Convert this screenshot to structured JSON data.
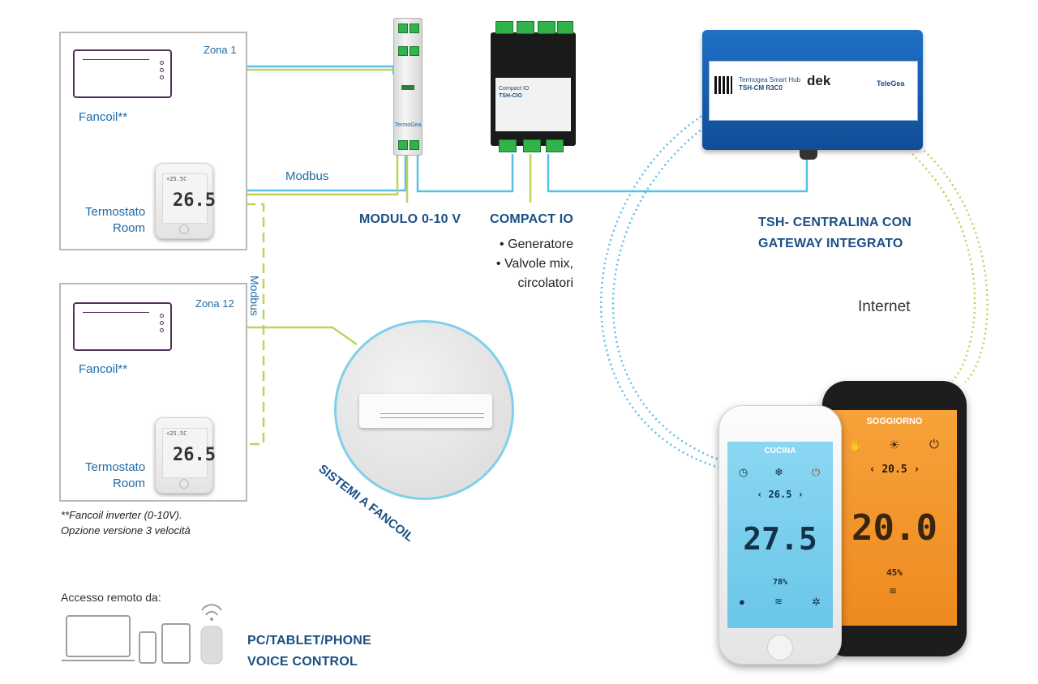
{
  "zones": [
    {
      "label": "Zona 1",
      "fancoil_label": "Fancoil**",
      "thermostat_label_1": "Termostato",
      "thermostat_label_2": "Room",
      "thermo_display": "26.5",
      "thermo_small": "+25.5C"
    },
    {
      "label": "Zona 12",
      "fancoil_label": "Fancoil**",
      "thermostat_label_1": "Termostato",
      "thermostat_label_2": "Room",
      "thermo_display": "26.5",
      "thermo_small": "+25.5C"
    }
  ],
  "wires": {
    "modbus_horizontal": "Modbus",
    "modbus_vertical": "Modbus"
  },
  "colors": {
    "wire_blue": "#5bc0e8",
    "wire_green": "#b7d65a",
    "title_blue": "#1a4f85",
    "hub_blue": "#1c66bd",
    "phone_orange": "#f39a2a",
    "phone_cyan": "#7fd0ec"
  },
  "modules": {
    "modulo_title": "MODULO 0-10 V",
    "modulo_brand": "TermoGea",
    "compact_title": "COMPACT IO",
    "compact_face_title": "Compact IO",
    "compact_face_model": "TSH-CIO",
    "compact_bullets": [
      "Generatore",
      "Valvole mix,",
      "circolatori"
    ],
    "hub_title_line1": "TSH- CENTRALINA CON",
    "hub_title_line2": "GATEWAY INTEGRATO",
    "hub_face_name": "Termogea Smart Hub",
    "hub_face_model": "TSH-CM R3C0",
    "hub_face_brand": "dek",
    "hub_face_powered": "TeleGea"
  },
  "internet_label": "Internet",
  "fancoil_system_label": "SISTEMI A FANCOIL",
  "footnote": [
    "**Fancoil inverter (0-10V).",
    "Opzione versione 3 velocità"
  ],
  "remote": {
    "label": "Accesso remoto da:",
    "title_line1": "PC/TABLET/PHONE",
    "title_line2": "VOICE CONTROL",
    "device_icons": [
      "laptop-icon",
      "phone-icon",
      "tablet-icon",
      "smart-speaker-icon"
    ]
  },
  "phones": {
    "white": {
      "room": "CUCINA",
      "setpoint": "26.5",
      "temperature": "27.5",
      "humidity": "78%"
    },
    "black": {
      "room": "SOGGIORNO",
      "setpoint": "20.5",
      "temperature": "20.0",
      "humidity": "45%"
    }
  }
}
